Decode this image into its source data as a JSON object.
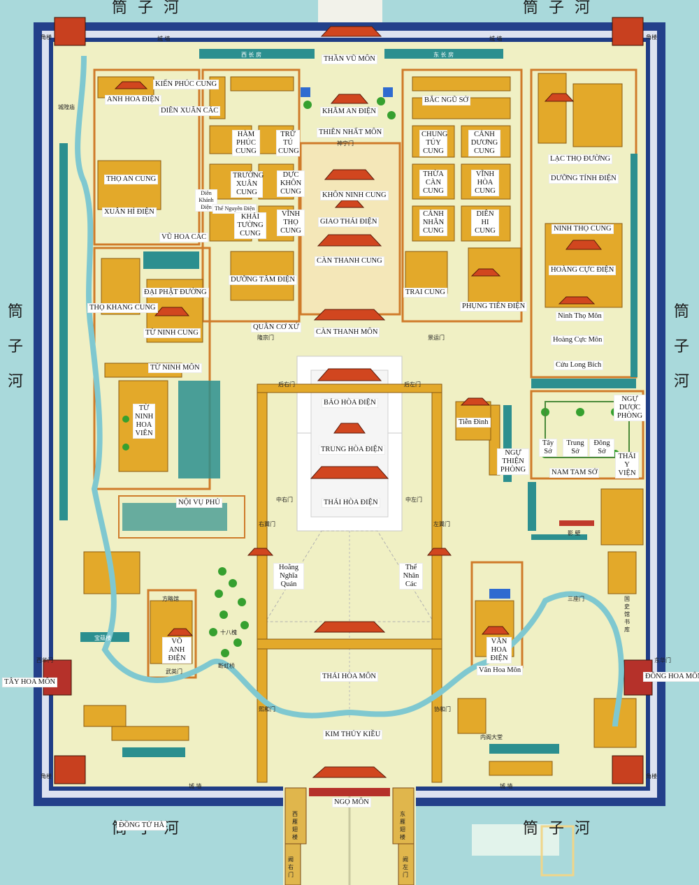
{
  "moat": {
    "top_left": "筒 子 河",
    "top_right": "筒 子 河",
    "left": [
      "筒",
      "子",
      "河"
    ],
    "right": [
      "筒",
      "子",
      "河"
    ],
    "bottom_left_cn": "筒 子 河",
    "bottom_left_vn": "ĐỒNG TỬ HÀ",
    "bottom_right": "筒 子 河"
  },
  "corner_tower": "角楼",
  "wall": "城 墙",
  "west_long": "西 长 房",
  "east_long": "东 长 房",
  "gate_west_cn": "西华门",
  "gate_east_cn": "东华门",
  "labels": {
    "than_vu_mon": "THẦN VŨ MÔN",
    "kien_phuc_cung": "KIẾN PHÚC CUNG",
    "anh_hoa_dien": "ANH HOA ĐIỆN",
    "dien_xuan_cac": "DIÊN XUÂN CÁC",
    "kham_an_dien": "KHÂM AN ĐIỆN",
    "thien_nhat_mon": "THIÊN NHẤT MÔN",
    "bac_ngu_so": "BẮC NGŨ SỞ",
    "ham_phuc_cung": "HÀM PHÚC CUNG",
    "tru_tu_cung": "TRỮ TÚ CUNG",
    "chung_tuy_cung": "CHUNG TÚY CUNG",
    "canh_duong_cung": "CẢNH DƯƠNG CUNG",
    "lac_tho_duong": "LẠC THỌ ĐƯỜNG",
    "tho_an_cung": "THỌ AN CUNG",
    "truong_xuan_cung": "TRƯỜNG XUÂN CUNG",
    "duc_khon_cung": "DỰC KHÔN CUNG",
    "khon_ninh_cung": "KHÔN NINH CUNG",
    "thua_can_cung": "THỪA CÀN CUNG",
    "vinh_hoa_cung": "VĨNH HÒA CUNG",
    "duong_tinh_dien": "DƯỠNG TÍNH ĐIỆN",
    "xuan_hi_dien": "XUÂN HỈ ĐIỆN",
    "dien_khanh_dien": "Diên Khánh Điện",
    "the_nguyen_dien": "Thể Nguyên Điện",
    "khai_tuong_cung": "KHẢI TƯỜNG CUNG",
    "vinh_tho_cung": "VĨNH THỌ CUNG",
    "giao_thai_dien": "GIAO THÁI ĐIỆN",
    "canh_nhan_cung": "CẢNH NHÂN CUNG",
    "dien_hi_cung": "DIÊN HI CUNG",
    "vu_hoa_cac": "VŨ HOA CÁC",
    "ninh_tho_cung": "NINH THỌ CUNG",
    "can_thanh_cung": "CÀN THANH CUNG",
    "hoang_cuc_dien": "HOÀNG CỰC ĐIỆN",
    "duong_tam_dien": "DƯỠNG TÂM ĐIỆN",
    "dai_phat_duong": "ĐẠI PHẬT ĐƯỜNG",
    "trai_cung": "TRAI CUNG",
    "tho_khang_cung": "THỌ KHANG CUNG",
    "phung_tien_dien": "PHỤNG TIÊN ĐIỆN",
    "ninh_tho_mon": "Ninh Thọ Môn",
    "quan_co_xu": "QUÂN CƠ XỨ",
    "tu_ninh_cung": "TỪ NINH CUNG",
    "can_thanh_mon": "CÀN THANH MÔN",
    "hoang_cuc_mon": "Hoàng Cực Môn",
    "cuu_long_bich": "Cửu Long Bích",
    "tu_ninh_mon": "TỪ NINH MÔN",
    "bao_hoa_dien": "BẢO HÒA ĐIỆN",
    "ngu_duoc_phong": "NGỰ DƯỢC PHÒNG",
    "tien_dinh": "Tiễn Đình",
    "tu_ninh_hoa_vien": "TỪ NINH HOA VIÊN",
    "trung_hoa_dien": "TRUNG HÒA ĐIỆN",
    "tay_so": "Tây Sở",
    "trung_so": "Trung Sở",
    "dong_so": "Đông Sở",
    "ngu_thien_phong": "NGỰ THIỆN PHÒNG",
    "thai_y_vien": "THÁI Y VIỆN",
    "nam_tam_so": "NAM TAM SỞ",
    "noi_vu_phu": "NỘI VỤ PHỦ",
    "thai_hoa_dien": "THÁI HÒA ĐIỆN",
    "hoang_nghia_quan": "Hoằng Nghĩa Quán",
    "the_nhan_cac": "Thể Nhân Các",
    "vo_anh_dien": "VÕ ANH ĐIỆN",
    "van_hoa_dien": "VĂN HOA ĐIỆN",
    "van_hoa_mon": "Văn Hoa Môn",
    "tay_hoa_mon": "TÂY HOA MÔN",
    "dong_hoa_mon": "ĐÔNG HOA MÔN",
    "thai_hoa_mon": "THÁI HÒA MÔN",
    "kim_thuy_kieu": "KIM THỦY KIỀU",
    "ngo_mon": "NGỌ MÔN"
  },
  "cn_small": {
    "chengkuang": "城隍庙",
    "baoning": "宝蕴楼",
    "wuying": "武英门",
    "duanhong": "断虹桥",
    "shiba": "十八槐",
    "xiehe": "协和门",
    "xihe": "熙和门",
    "zhongyou": "中右门",
    "zhongzuo": "中左门",
    "youyi": "右翼门",
    "zuoyi": "左翼门",
    "houyou": "后右门",
    "houzuo": "后左门",
    "shenzhi": "神宁门",
    "jingyun": "景运门",
    "longzong": "隆宗门",
    "sanzuo": "三座门",
    "yingbi": "影 壁",
    "guoshi": "国史馆书库",
    "neige": "内阁大堂",
    "fanghu": "方略馆",
    "xiyan": "西雁翅楼",
    "dongyan": "东雁翅楼",
    "queyou": "阙右门",
    "quezuo": "阙左门"
  }
}
